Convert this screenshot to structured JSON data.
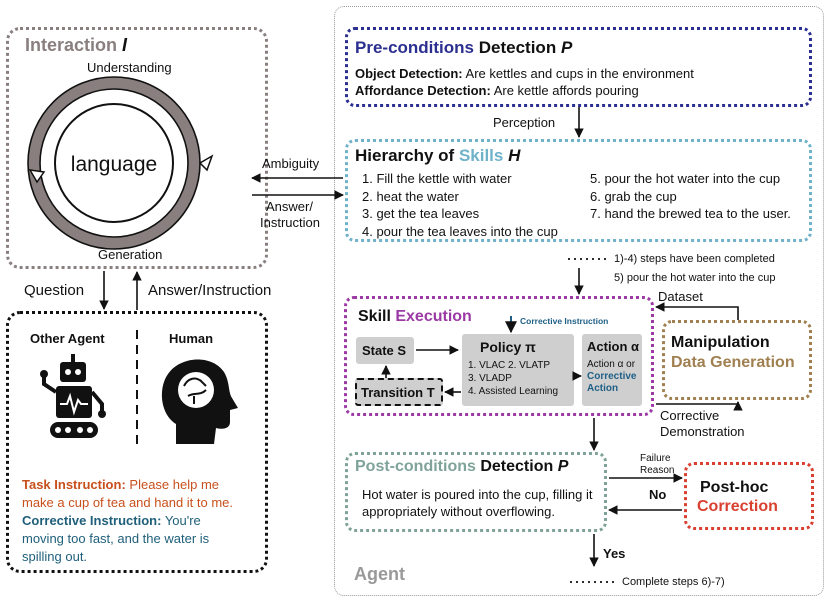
{
  "colors": {
    "interaction_border": "#8a7f7f",
    "interaction_title": "#8a7f7f",
    "preconditions_border": "#2b2f8f",
    "preconditions_title": "#2b2f8f",
    "skills_border": "#6fb2c9",
    "skills_accent": "#6fb2c9",
    "execution_border": "#9b3aa5",
    "execution_accent": "#9b3aa5",
    "manipulation_border": "#a08050",
    "manipulation_accent": "#a08050",
    "postconditions_border": "#7fa39a",
    "postconditions_accent": "#7fa39a",
    "posthoc_border": "#d94030",
    "posthoc_accent": "#d94030",
    "corrective_blue": "#1f5f86",
    "task_orange": "#c8501c",
    "corrective_text": "#1f5f7a"
  },
  "interaction": {
    "title": "Interaction",
    "symbol": "I",
    "understanding": "Understanding",
    "language": "language",
    "generation": "Generation"
  },
  "links": {
    "ambiguity": "Ambiguity",
    "answer": "Answer/",
    "instruction": "Instruction",
    "question": "Question",
    "answer_instruction": "Answer/Instruction",
    "perception": "Perception",
    "dataset": "Dataset",
    "corrective_demo_1": "Corrective",
    "corrective_demo_2": "Demonstration",
    "failure_1": "Failure",
    "failure_2": "Reason",
    "no": "No",
    "yes": "Yes"
  },
  "agents": {
    "other_agent": "Other Agent",
    "human": "Human",
    "task_label": "Task Instruction:",
    "task_text_1": "Please help me",
    "task_text_2": "make a cup of tea and hand it to me.",
    "corrective_label": "Corrective Instruction:",
    "corrective_text_1": "You're",
    "corrective_text_2": "moving too fast, and the water is",
    "corrective_text_3": "spilling out."
  },
  "preconditions": {
    "title_a": "Pre-conditions",
    "title_b": "Detection",
    "symbol": "P",
    "object_label": "Object Detection:",
    "object_text": "Are kettles and cups in the environment",
    "affordance_label": "Affordance Detection:",
    "affordance_text": "Are kettle affords pouring"
  },
  "skills": {
    "title_a": "Hierarchy of",
    "title_b": "Skills",
    "symbol": "H",
    "steps_left": [
      "1. Fill the kettle with water",
      "2. heat the water",
      "3. get the tea leaves",
      "4. pour the tea leaves into the cup"
    ],
    "steps_right": [
      "5. pour the hot water into the cup",
      "6. grab the cup",
      "7. hand the brewed tea to the user."
    ],
    "completed_note": "1)-4) steps have been completed",
    "current_note": "5) pour the hot water into the cup"
  },
  "execution": {
    "title_a": "Skill",
    "title_b": "Execution",
    "corrective_instruction": "Corrective Instruction",
    "state": "State S",
    "policy": "Policy π",
    "policy_items": [
      "1. VLAC 2. VLATP",
      "3. VLADP",
      "4. Assisted Learning"
    ],
    "action": "Action α",
    "action_line1": "Action α or",
    "action_line2": "Corrective",
    "action_line3": "Action",
    "transition": "Transition T"
  },
  "manipulation": {
    "line1": "Manipulation",
    "line2": "Data Generation"
  },
  "postconditions": {
    "title_a": "Post-conditions",
    "title_b": "Detection",
    "symbol": "P",
    "text_1": "Hot water is poured into the cup, filling it",
    "text_2": "appropriately without overflowing."
  },
  "posthoc": {
    "line1": "Post-hoc",
    "line2": "Correction"
  },
  "agent_panel": {
    "label": "Agent",
    "complete_note": "Complete steps 6)-7)"
  }
}
